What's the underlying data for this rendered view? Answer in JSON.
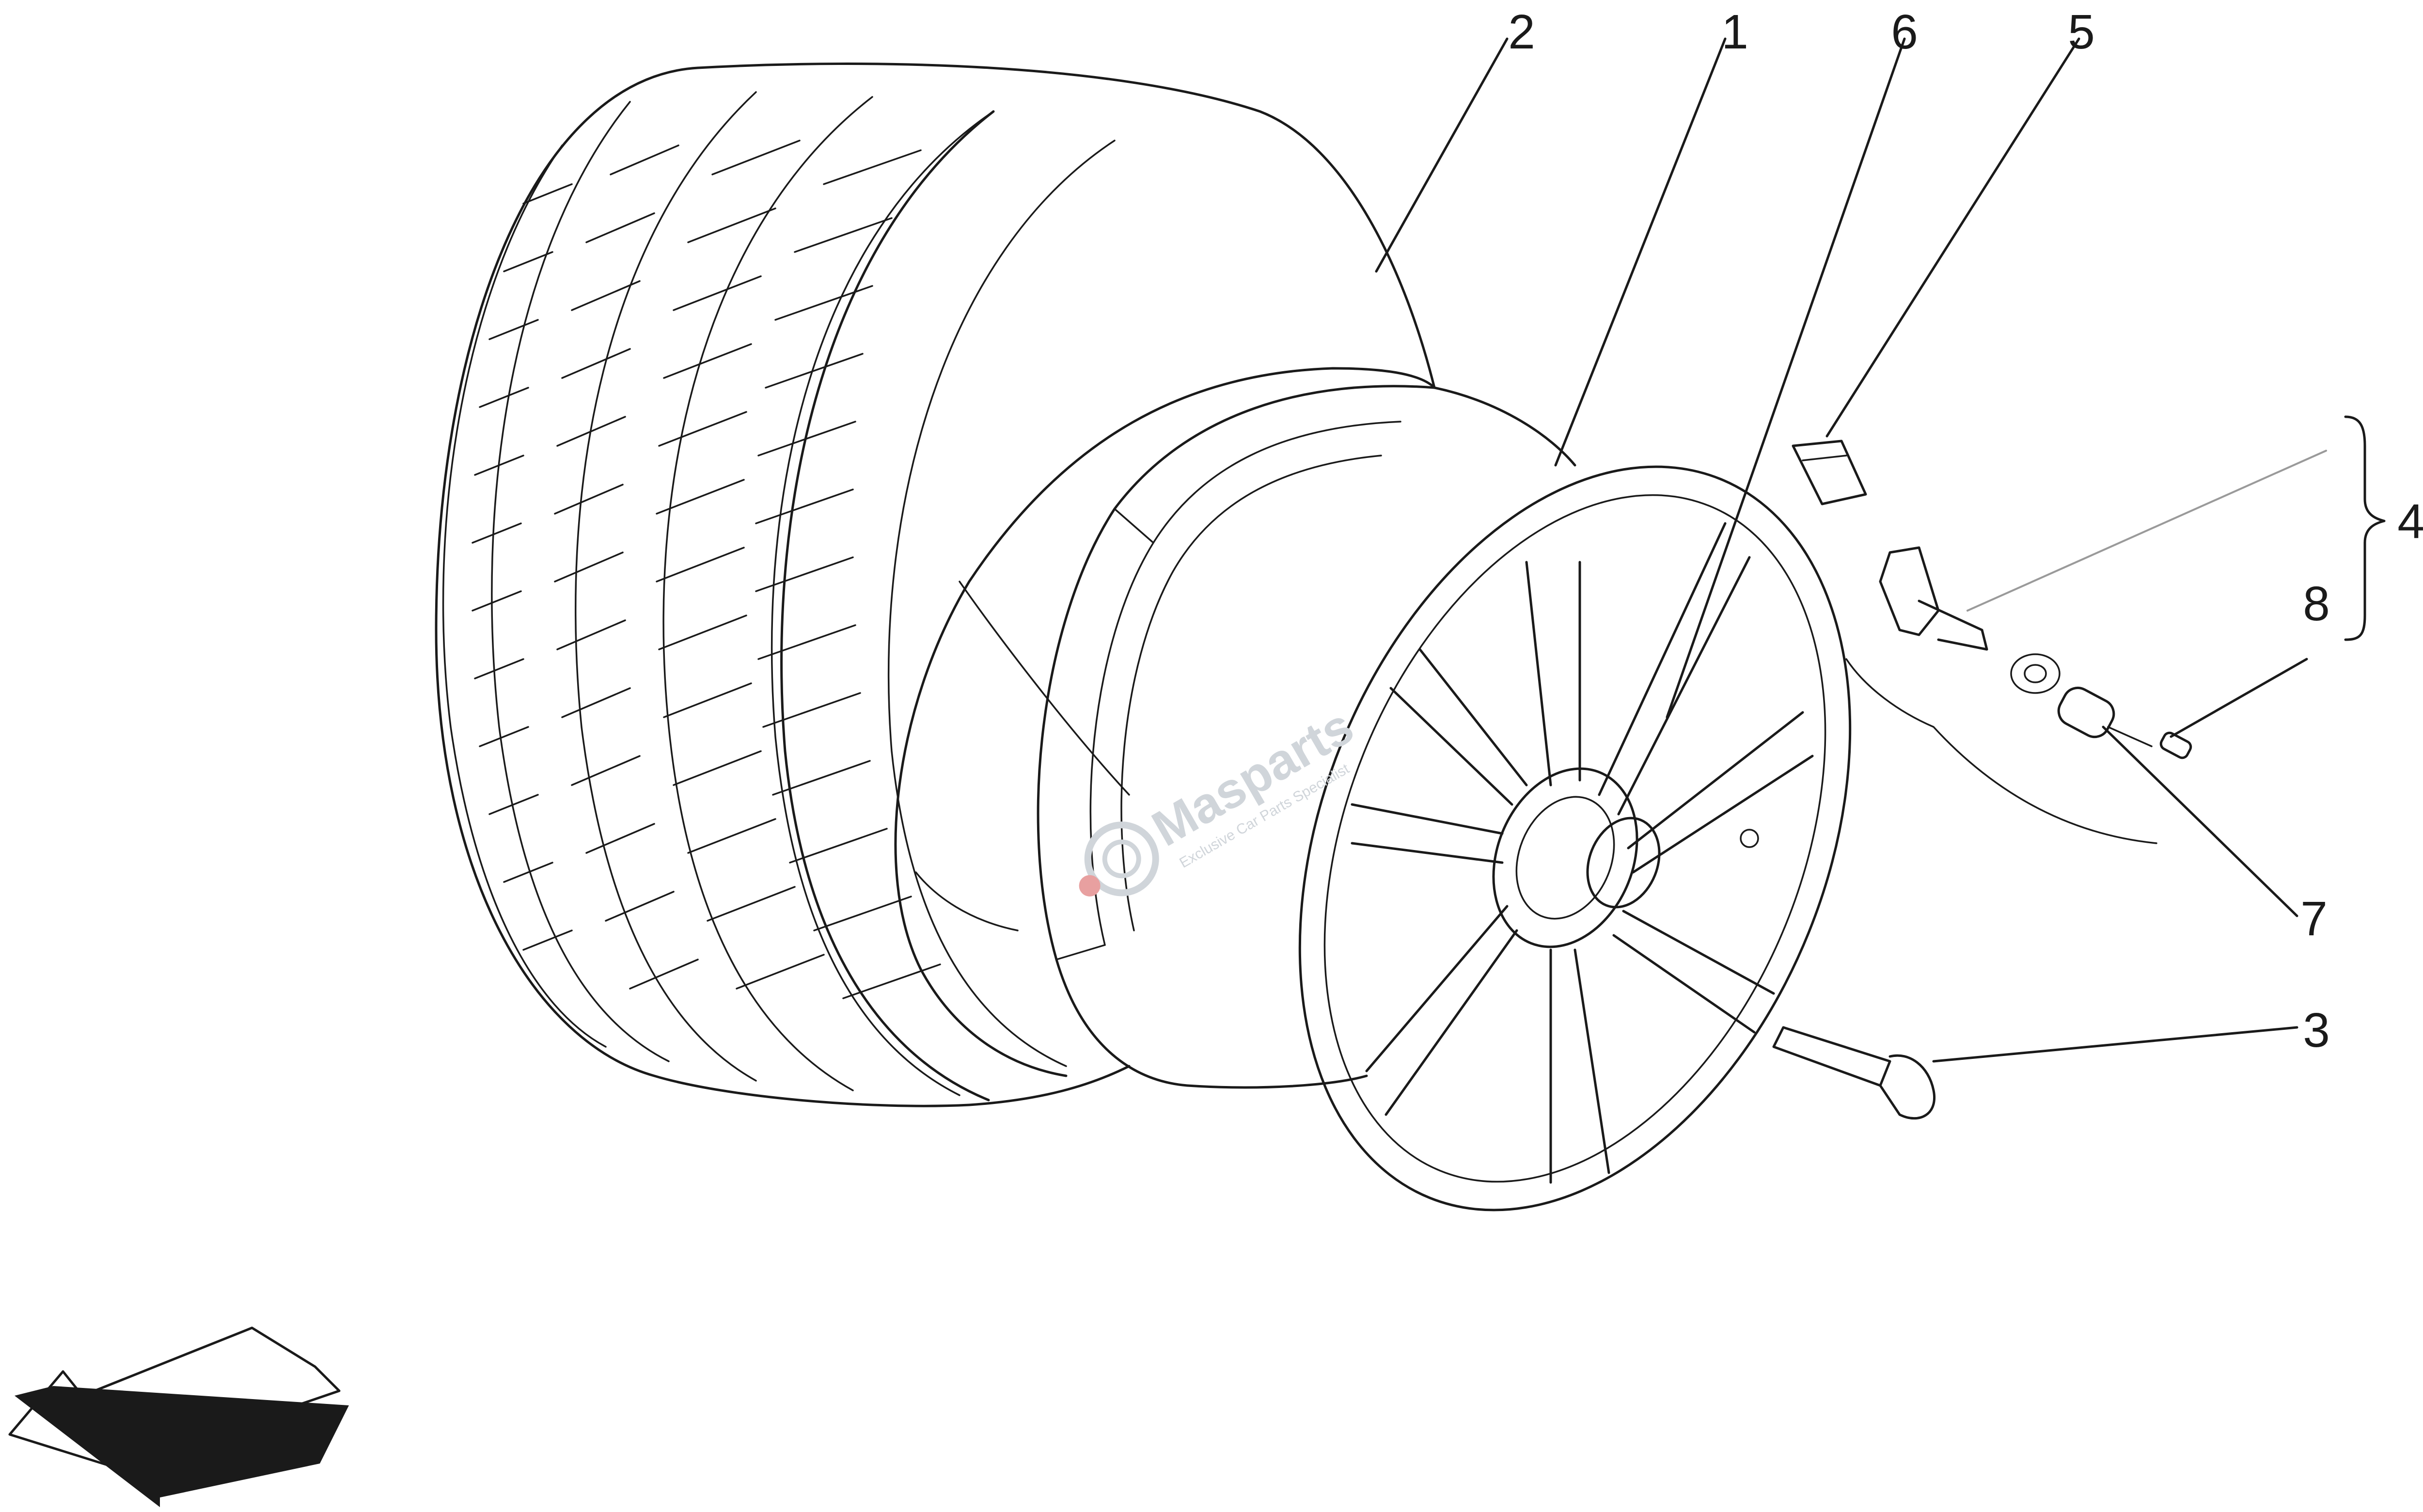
{
  "diagram": {
    "callouts": [
      {
        "id": "rim",
        "label": "1"
      },
      {
        "id": "tyre",
        "label": "2"
      },
      {
        "id": "bolt",
        "label": "3"
      },
      {
        "id": "valve-assembly",
        "label": "4"
      },
      {
        "id": "weight",
        "label": "5"
      },
      {
        "id": "hub-cap",
        "label": "6"
      },
      {
        "id": "valve-body",
        "label": "7"
      },
      {
        "id": "valve-cap",
        "label": "8"
      }
    ],
    "watermark": {
      "brand": "Masparts",
      "tagline": "Exclusive Car Parts Specialist"
    },
    "colors": {
      "ink": "#1a1a1a",
      "watermark": "#d0d5da",
      "watermark_accent": "#e8a0a0"
    }
  }
}
